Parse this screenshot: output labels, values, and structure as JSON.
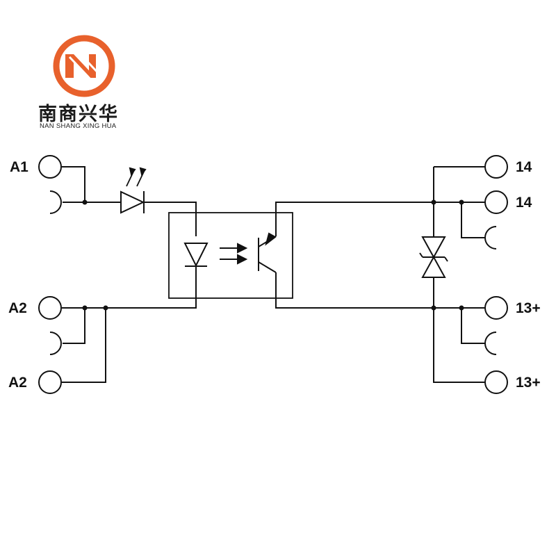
{
  "brand": {
    "name_cn": "南商兴华",
    "name_en": "NAN SHANG XING HUA",
    "logo_letter": "N",
    "accent_color": "#e8612c"
  },
  "terminals": {
    "left": [
      "A1",
      "A2",
      "A2"
    ],
    "right": [
      "14",
      "14",
      "13+",
      "13+"
    ]
  },
  "components": [
    "input-led",
    "optocoupler-led",
    "phototransistor",
    "suppressor-diode"
  ]
}
